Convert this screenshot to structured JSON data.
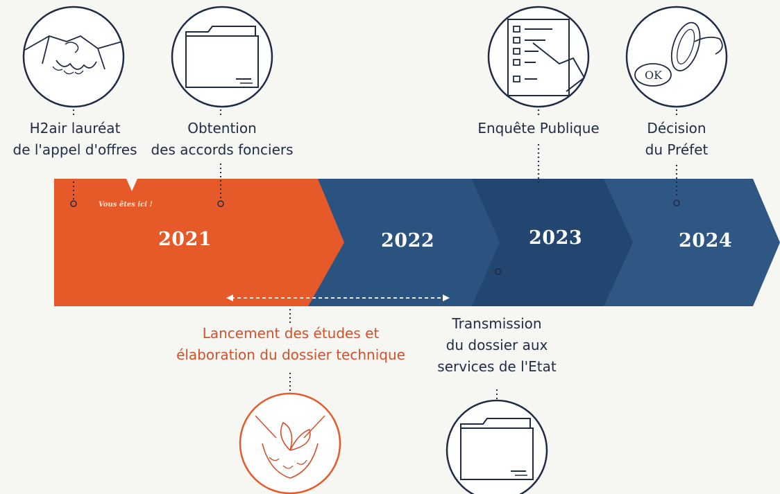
{
  "here_marker": "Vous êtes ici !",
  "years": [
    "2021",
    "2022",
    "2023",
    "2024"
  ],
  "milestones": {
    "top": [
      {
        "lines": [
          "H2air lauréat",
          "de l'appel d'offres"
        ],
        "icon": "handshake-icon"
      },
      {
        "lines": [
          "Obtention",
          "des accords fonciers"
        ],
        "icon": "folder-icon"
      },
      {
        "lines": [
          "Enquête Publique"
        ],
        "icon": "checklist-icon"
      },
      {
        "lines": [
          "Décision",
          "du Préfet"
        ],
        "icon": "ok-stamp-icon"
      }
    ],
    "bottom": [
      {
        "lines": [
          "Lancement des études et",
          "élaboration du dossier technique"
        ],
        "icon": "plant-hands-icon"
      },
      {
        "lines": [
          "Transmission",
          "du dossier aux",
          "services de l'Etat"
        ],
        "icon": "folder-icon"
      }
    ]
  },
  "colors": {
    "orange": "#e65a2a",
    "navy": "#244b76",
    "navy_light": "#2e5783",
    "ink": "#1f2a44",
    "red_text": "#d4502a"
  }
}
